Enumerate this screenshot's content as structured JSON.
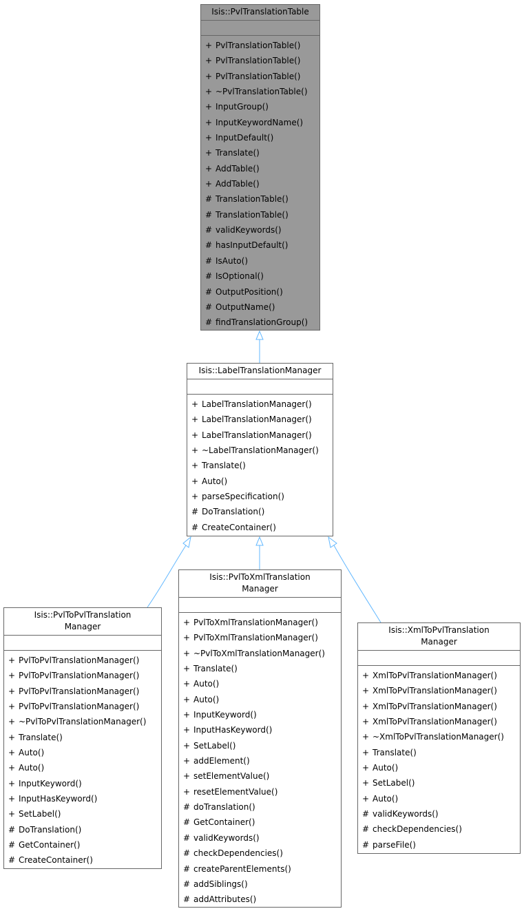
{
  "colors": {
    "focus_fill": "#999999",
    "box_border": "#666666",
    "inheritance_edge": "#63b8ff"
  },
  "classes": [
    {
      "id": "pvl-translation-table",
      "title": "Isis::PvlTranslationTable",
      "focus": true,
      "operations": [
        {
          "vis": "+",
          "name": "PvlTranslationTable()"
        },
        {
          "vis": "+",
          "name": "PvlTranslationTable()"
        },
        {
          "vis": "+",
          "name": "PvlTranslationTable()"
        },
        {
          "vis": "+",
          "name": "~PvlTranslationTable()"
        },
        {
          "vis": "+",
          "name": "InputGroup()"
        },
        {
          "vis": "+",
          "name": "InputKeywordName()"
        },
        {
          "vis": "+",
          "name": "InputDefault()"
        },
        {
          "vis": "+",
          "name": "Translate()"
        },
        {
          "vis": "+",
          "name": "AddTable()"
        },
        {
          "vis": "+",
          "name": "AddTable()"
        },
        {
          "vis": "#",
          "name": "TranslationTable()"
        },
        {
          "vis": "#",
          "name": "TranslationTable()"
        },
        {
          "vis": "#",
          "name": "validKeywords()"
        },
        {
          "vis": "#",
          "name": "hasInputDefault()"
        },
        {
          "vis": "#",
          "name": "IsAuto()"
        },
        {
          "vis": "#",
          "name": "IsOptional()"
        },
        {
          "vis": "#",
          "name": "OutputPosition()"
        },
        {
          "vis": "#",
          "name": "OutputName()"
        },
        {
          "vis": "#",
          "name": "findTranslationGroup()"
        }
      ]
    },
    {
      "id": "label-translation-manager",
      "title": "Isis::LabelTranslationManager",
      "focus": false,
      "operations": [
        {
          "vis": "+",
          "name": "LabelTranslationManager()"
        },
        {
          "vis": "+",
          "name": "LabelTranslationManager()"
        },
        {
          "vis": "+",
          "name": "LabelTranslationManager()"
        },
        {
          "vis": "+",
          "name": "~LabelTranslationManager()"
        },
        {
          "vis": "+",
          "name": "Translate()"
        },
        {
          "vis": "+",
          "name": "Auto()"
        },
        {
          "vis": "+",
          "name": "parseSpecification()"
        },
        {
          "vis": "#",
          "name": "DoTranslation()"
        },
        {
          "vis": "#",
          "name": "CreateContainer()"
        }
      ]
    },
    {
      "id": "pvl-to-pvl-translation-manager",
      "title": "Isis::PvlToPvlTranslation\nManager",
      "focus": false,
      "operations": [
        {
          "vis": "+",
          "name": "PvlToPvlTranslationManager()"
        },
        {
          "vis": "+",
          "name": "PvlToPvlTranslationManager()"
        },
        {
          "vis": "+",
          "name": "PvlToPvlTranslationManager()"
        },
        {
          "vis": "+",
          "name": "PvlToPvlTranslationManager()"
        },
        {
          "vis": "+",
          "name": "~PvlToPvlTranslationManager()"
        },
        {
          "vis": "+",
          "name": "Translate()"
        },
        {
          "vis": "+",
          "name": "Auto()"
        },
        {
          "vis": "+",
          "name": "Auto()"
        },
        {
          "vis": "+",
          "name": "InputKeyword()"
        },
        {
          "vis": "+",
          "name": "InputHasKeyword()"
        },
        {
          "vis": "+",
          "name": "SetLabel()"
        },
        {
          "vis": "#",
          "name": "DoTranslation()"
        },
        {
          "vis": "#",
          "name": "GetContainer()"
        },
        {
          "vis": "#",
          "name": "CreateContainer()"
        }
      ]
    },
    {
      "id": "pvl-to-xml-translation-manager",
      "title": "Isis::PvlToXmlTranslation\nManager",
      "focus": false,
      "operations": [
        {
          "vis": "+",
          "name": "PvlToXmlTranslationManager()"
        },
        {
          "vis": "+",
          "name": "PvlToXmlTranslationManager()"
        },
        {
          "vis": "+",
          "name": "~PvlToXmlTranslationManager()"
        },
        {
          "vis": "+",
          "name": "Translate()"
        },
        {
          "vis": "+",
          "name": "Auto()"
        },
        {
          "vis": "+",
          "name": "Auto()"
        },
        {
          "vis": "+",
          "name": "InputKeyword()"
        },
        {
          "vis": "+",
          "name": "InputHasKeyword()"
        },
        {
          "vis": "+",
          "name": "SetLabel()"
        },
        {
          "vis": "+",
          "name": "addElement()"
        },
        {
          "vis": "+",
          "name": "setElementValue()"
        },
        {
          "vis": "+",
          "name": "resetElementValue()"
        },
        {
          "vis": "#",
          "name": "doTranslation()"
        },
        {
          "vis": "#",
          "name": "GetContainer()"
        },
        {
          "vis": "#",
          "name": "validKeywords()"
        },
        {
          "vis": "#",
          "name": "checkDependencies()"
        },
        {
          "vis": "#",
          "name": "createParentElements()"
        },
        {
          "vis": "#",
          "name": "addSiblings()"
        },
        {
          "vis": "#",
          "name": "addAttributes()"
        }
      ]
    },
    {
      "id": "xml-to-pvl-translation-manager",
      "title": "Isis::XmlToPvlTranslation\nManager",
      "focus": false,
      "operations": [
        {
          "vis": "+",
          "name": "XmlToPvlTranslationManager()"
        },
        {
          "vis": "+",
          "name": "XmlToPvlTranslationManager()"
        },
        {
          "vis": "+",
          "name": "XmlToPvlTranslationManager()"
        },
        {
          "vis": "+",
          "name": "XmlToPvlTranslationManager()"
        },
        {
          "vis": "+",
          "name": "~XmlToPvlTranslationManager()"
        },
        {
          "vis": "+",
          "name": "Translate()"
        },
        {
          "vis": "+",
          "name": "Auto()"
        },
        {
          "vis": "+",
          "name": "SetLabel()"
        },
        {
          "vis": "+",
          "name": "Auto()"
        },
        {
          "vis": "#",
          "name": "validKeywords()"
        },
        {
          "vis": "#",
          "name": "checkDependencies()"
        },
        {
          "vis": "#",
          "name": "parseFile()"
        }
      ]
    }
  ],
  "inheritance": [
    {
      "child": "label-translation-manager",
      "parent": "pvl-translation-table"
    },
    {
      "child": "pvl-to-pvl-translation-manager",
      "parent": "label-translation-manager"
    },
    {
      "child": "pvl-to-xml-translation-manager",
      "parent": "label-translation-manager"
    },
    {
      "child": "xml-to-pvl-translation-manager",
      "parent": "label-translation-manager"
    }
  ]
}
